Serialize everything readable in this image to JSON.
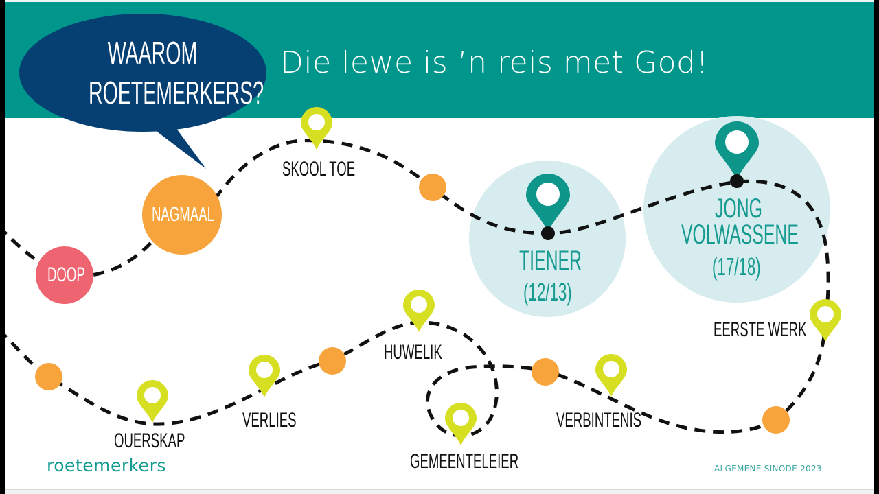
{
  "header": {
    "title": "Die lewe is ’n reis met God!",
    "bubble_line1": "WAAROM",
    "bubble_line2": "ROETEMERKERS?"
  },
  "milestones": {
    "doop": "DOOP",
    "nagmaal": "NAGMAAL",
    "skool_toe": "SKOOL TOE",
    "tiener": "TIENER",
    "tiener_age": "(12/13)",
    "jong": "JONG",
    "volwassene": "VOLWASSENE",
    "jong_age": "(17/18)",
    "eerste_werk": "EERSTE WERK",
    "huwelik": "HUWELIK",
    "verlies": "VERLIES",
    "ouerskap": "OUERSKAP",
    "gemeenteleier": "GEMEENTELEIER",
    "verbintenis": "VERBINTENIS"
  },
  "footer": {
    "brand": "roetemerkers",
    "event": "ALGEMENE SINODE 2023"
  },
  "colors": {
    "teal": "#00968b",
    "navy": "#063f72",
    "orange": "#f7a43c",
    "pink": "#ee6470",
    "lime": "#d7df23",
    "pale_teal": "#d6ecee"
  }
}
